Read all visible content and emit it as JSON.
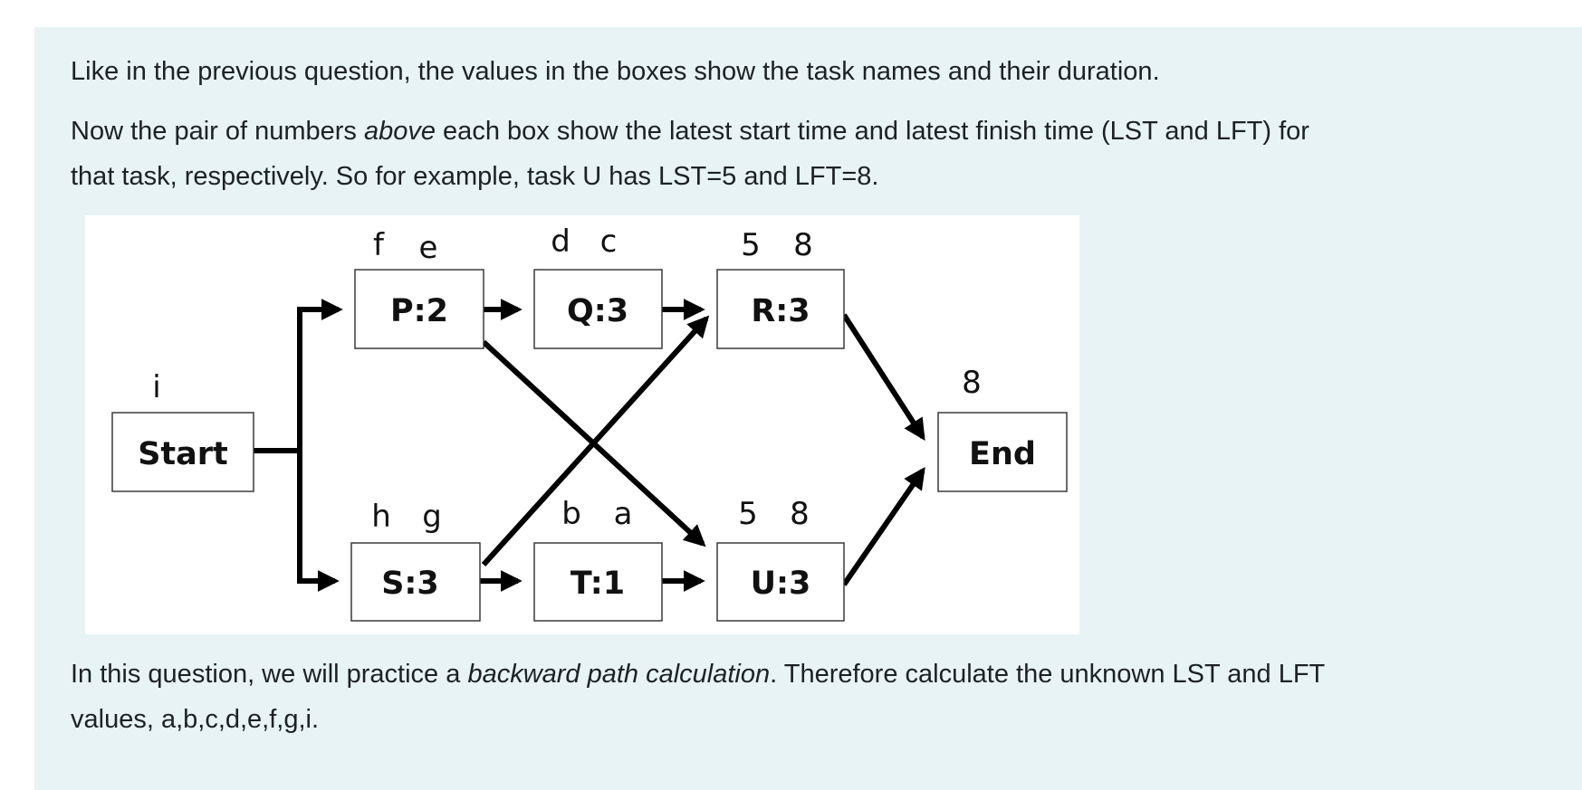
{
  "question": {
    "intro": "Like in the previous question, the values in the boxes show the task names and their duration.",
    "explain_part1": "Now the pair of numbers ",
    "explain_emph": "above",
    "explain_part2": " each box show the latest start time and latest finish time (LST and LFT) for",
    "explain_line2": "that task, respectively.  So for example, task U has LST=5 and LFT=8.",
    "task_part1": "In this question, we will practice a ",
    "task_emph": "backward path calculation",
    "task_part2": ". Therefore calculate the unknown LST and LFT",
    "task_line2": "values, a,b,c,d,e,f,g,i."
  },
  "diagram": {
    "nodes": {
      "start": {
        "label": "Start",
        "annot": "i"
      },
      "p": {
        "label": "P:2",
        "lst": "f",
        "lft": "e"
      },
      "q": {
        "label": "Q:3",
        "lst": "d",
        "lft": "c"
      },
      "r": {
        "label": "R:3",
        "lst": "5",
        "lft": "8"
      },
      "s": {
        "label": "S:3",
        "lst": "h",
        "lft": "g"
      },
      "t": {
        "label": "T:1",
        "lst": "b",
        "lft": "a"
      },
      "u": {
        "label": "U:3",
        "lst": "5",
        "lft": "8"
      },
      "end": {
        "label": "End",
        "annot": "8"
      }
    }
  }
}
